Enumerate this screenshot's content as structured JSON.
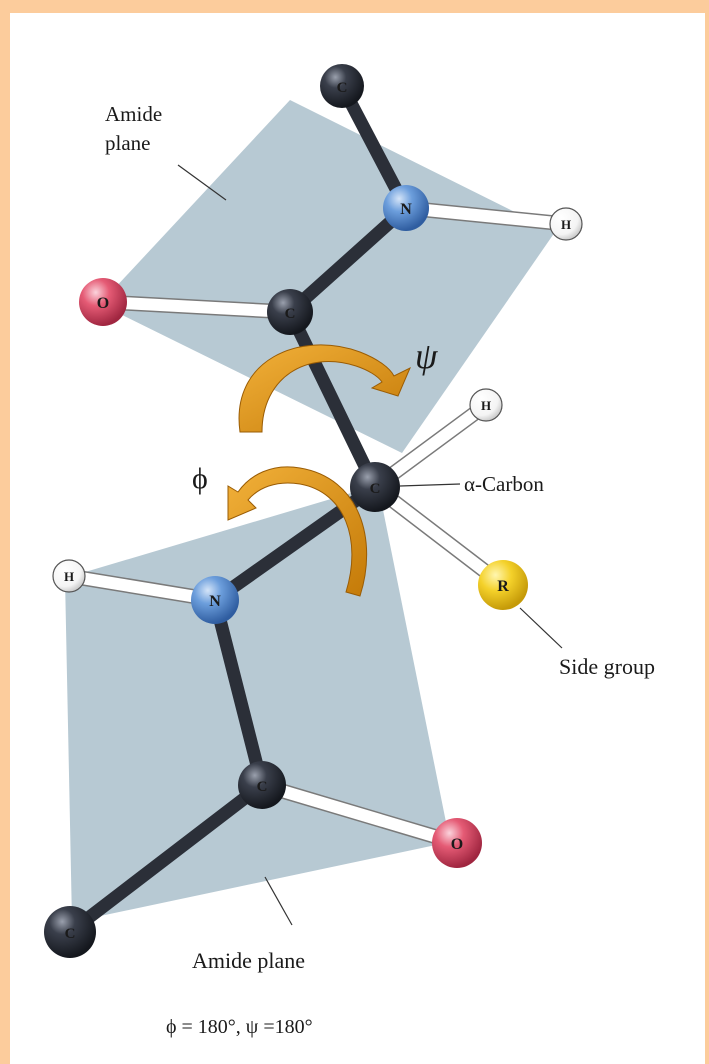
{
  "labels": {
    "amide_plane_top_1": "Amide",
    "amide_plane_top_2": "plane",
    "psi_symbol": "ψ",
    "phi_symbol": "ϕ",
    "alpha_carbon": "α-Carbon",
    "side_group": "Side group",
    "amide_plane_bottom": "Amide plane",
    "caption": "ϕ = 180°, ψ =180°"
  },
  "atoms": {
    "carbon": "C",
    "nitrogen": "N",
    "oxygen": "O",
    "hydrogen": "H",
    "r_group": "R"
  },
  "colors": {
    "border": "#fccc9c",
    "plane": "#b7c9d3",
    "carbon": "#2a2e38",
    "nitrogen": "#5b8fd0",
    "oxygen": "#e0506b",
    "r_group": "#f2cc1c",
    "arrow": "#d68a12"
  }
}
